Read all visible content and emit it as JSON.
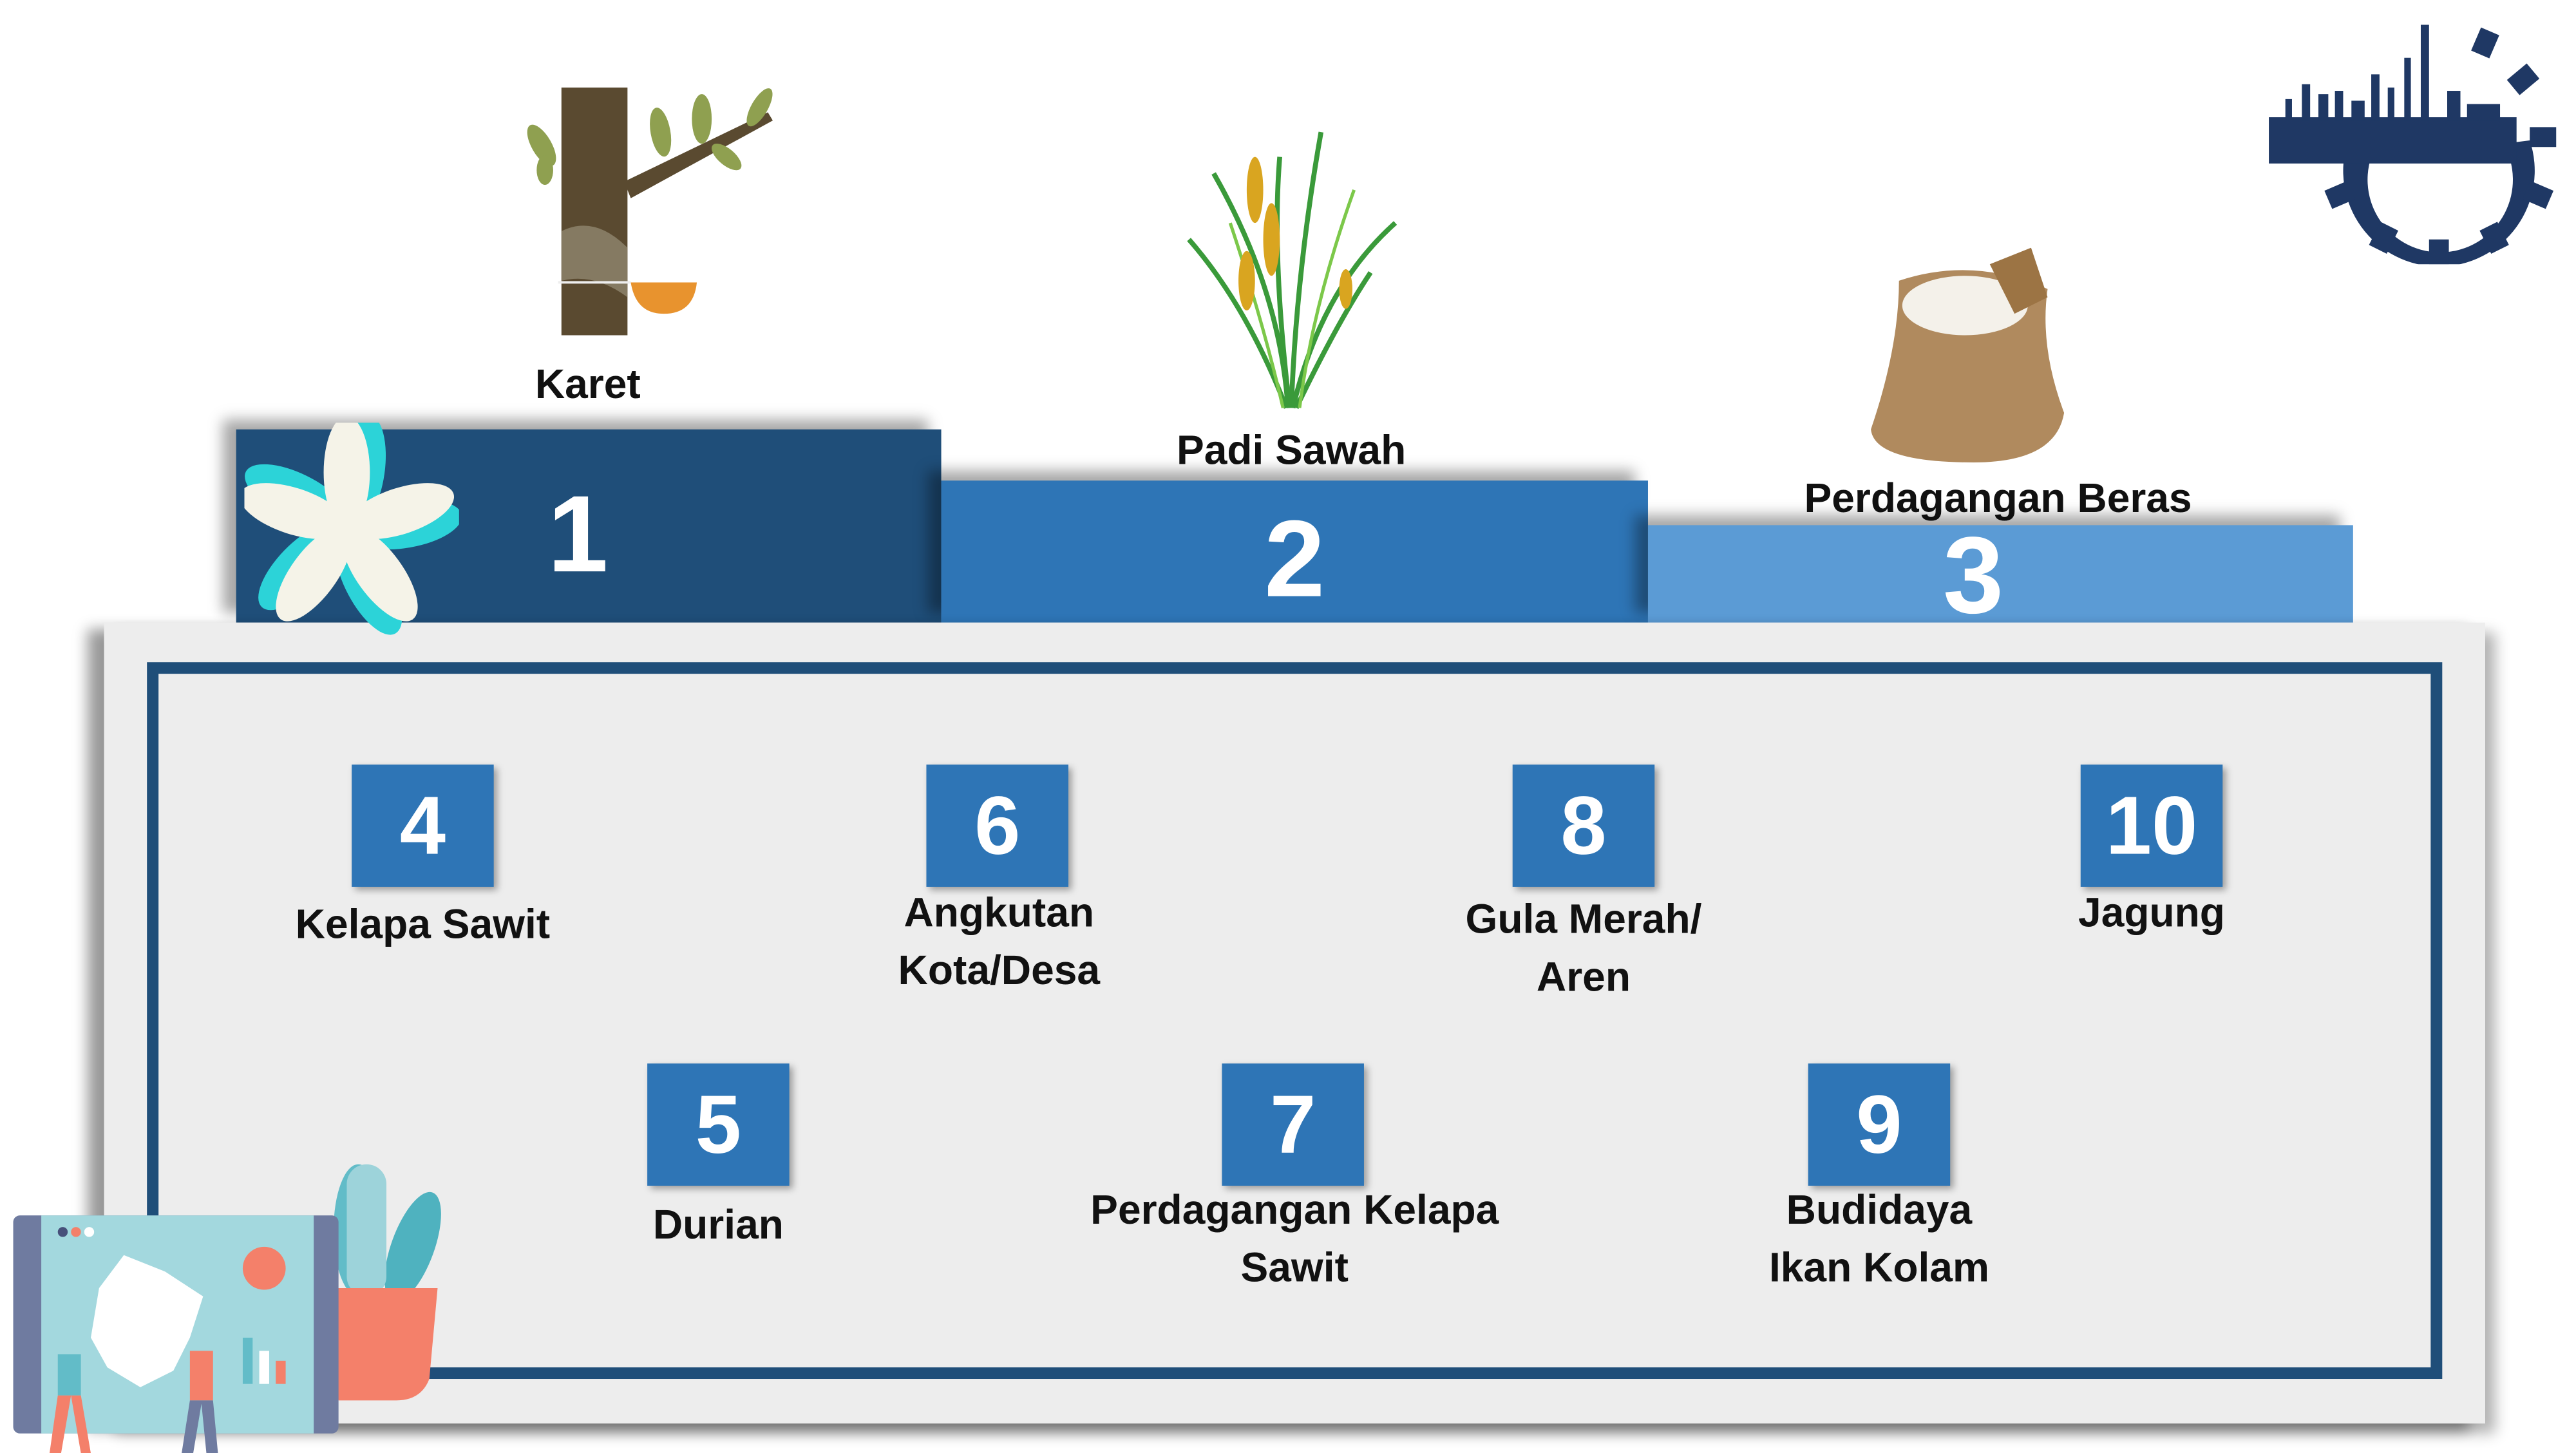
{
  "podium": [
    {
      "rank": "1",
      "label": "Karet",
      "color": "#1F4E79"
    },
    {
      "rank": "2",
      "label": "Padi Sawah",
      "color": "#2E75B6"
    },
    {
      "rank": "3",
      "label": "Perdagangan Beras",
      "color": "#5B9BD5"
    }
  ],
  "others": [
    {
      "rank": "4",
      "line1": "Kelapa Sawit",
      "line2": ""
    },
    {
      "rank": "5",
      "line1": "Durian",
      "line2": ""
    },
    {
      "rank": "6",
      "line1": "Angkutan",
      "line2": "Kota/Desa"
    },
    {
      "rank": "7",
      "line1": "Perdagangan Kelapa",
      "line2": "Sawit"
    },
    {
      "rank": "8",
      "line1": "Gula Merah/",
      "line2": "Aren"
    },
    {
      "rank": "9",
      "line1": "Budidaya",
      "line2": "Ikan Kolam"
    },
    {
      "rank": "10",
      "line1": "Jagung",
      "line2": ""
    }
  ],
  "colors": {
    "navy": "#1F4E79",
    "panel": "#EDEDED",
    "box": "#2E75B6"
  }
}
